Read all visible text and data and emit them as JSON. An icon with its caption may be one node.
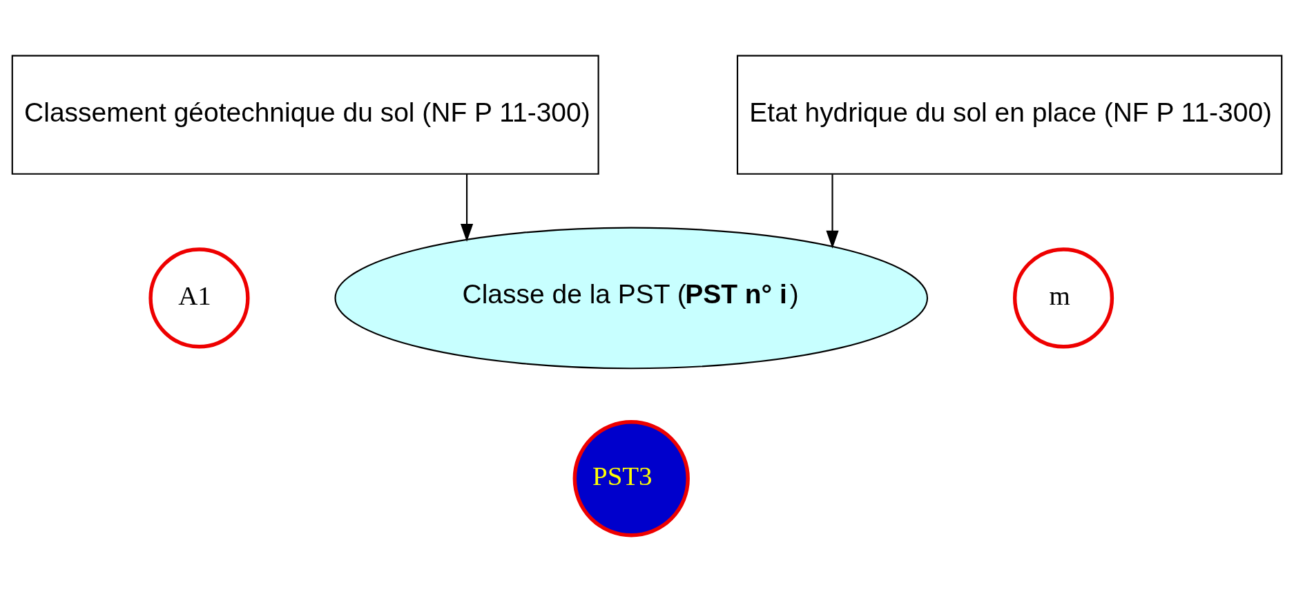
{
  "diagram": {
    "nodes": [
      {
        "text": [
          "Classement géotechnique du sol (NF P 11-300)"
        ]
      },
      {
        "text": [
          "Etat hydrique du sol en place (NF P 11-300)"
        ]
      },
      {
        "text": [
          "A1"
        ]
      },
      {
        "text": [
          "m"
        ]
      },
      {
        "text": [
          "Classe de la PST (**PST n° i**)"
        ]
      },
      {
        "text": [
          "PST3"
        ]
      }
    ],
    "edges": [
      {
        "from": 0,
        "to": 4,
        "arrow": "to"
      },
      {
        "from": 1,
        "to": 4,
        "arrow": "to"
      }
    ]
  }
}
